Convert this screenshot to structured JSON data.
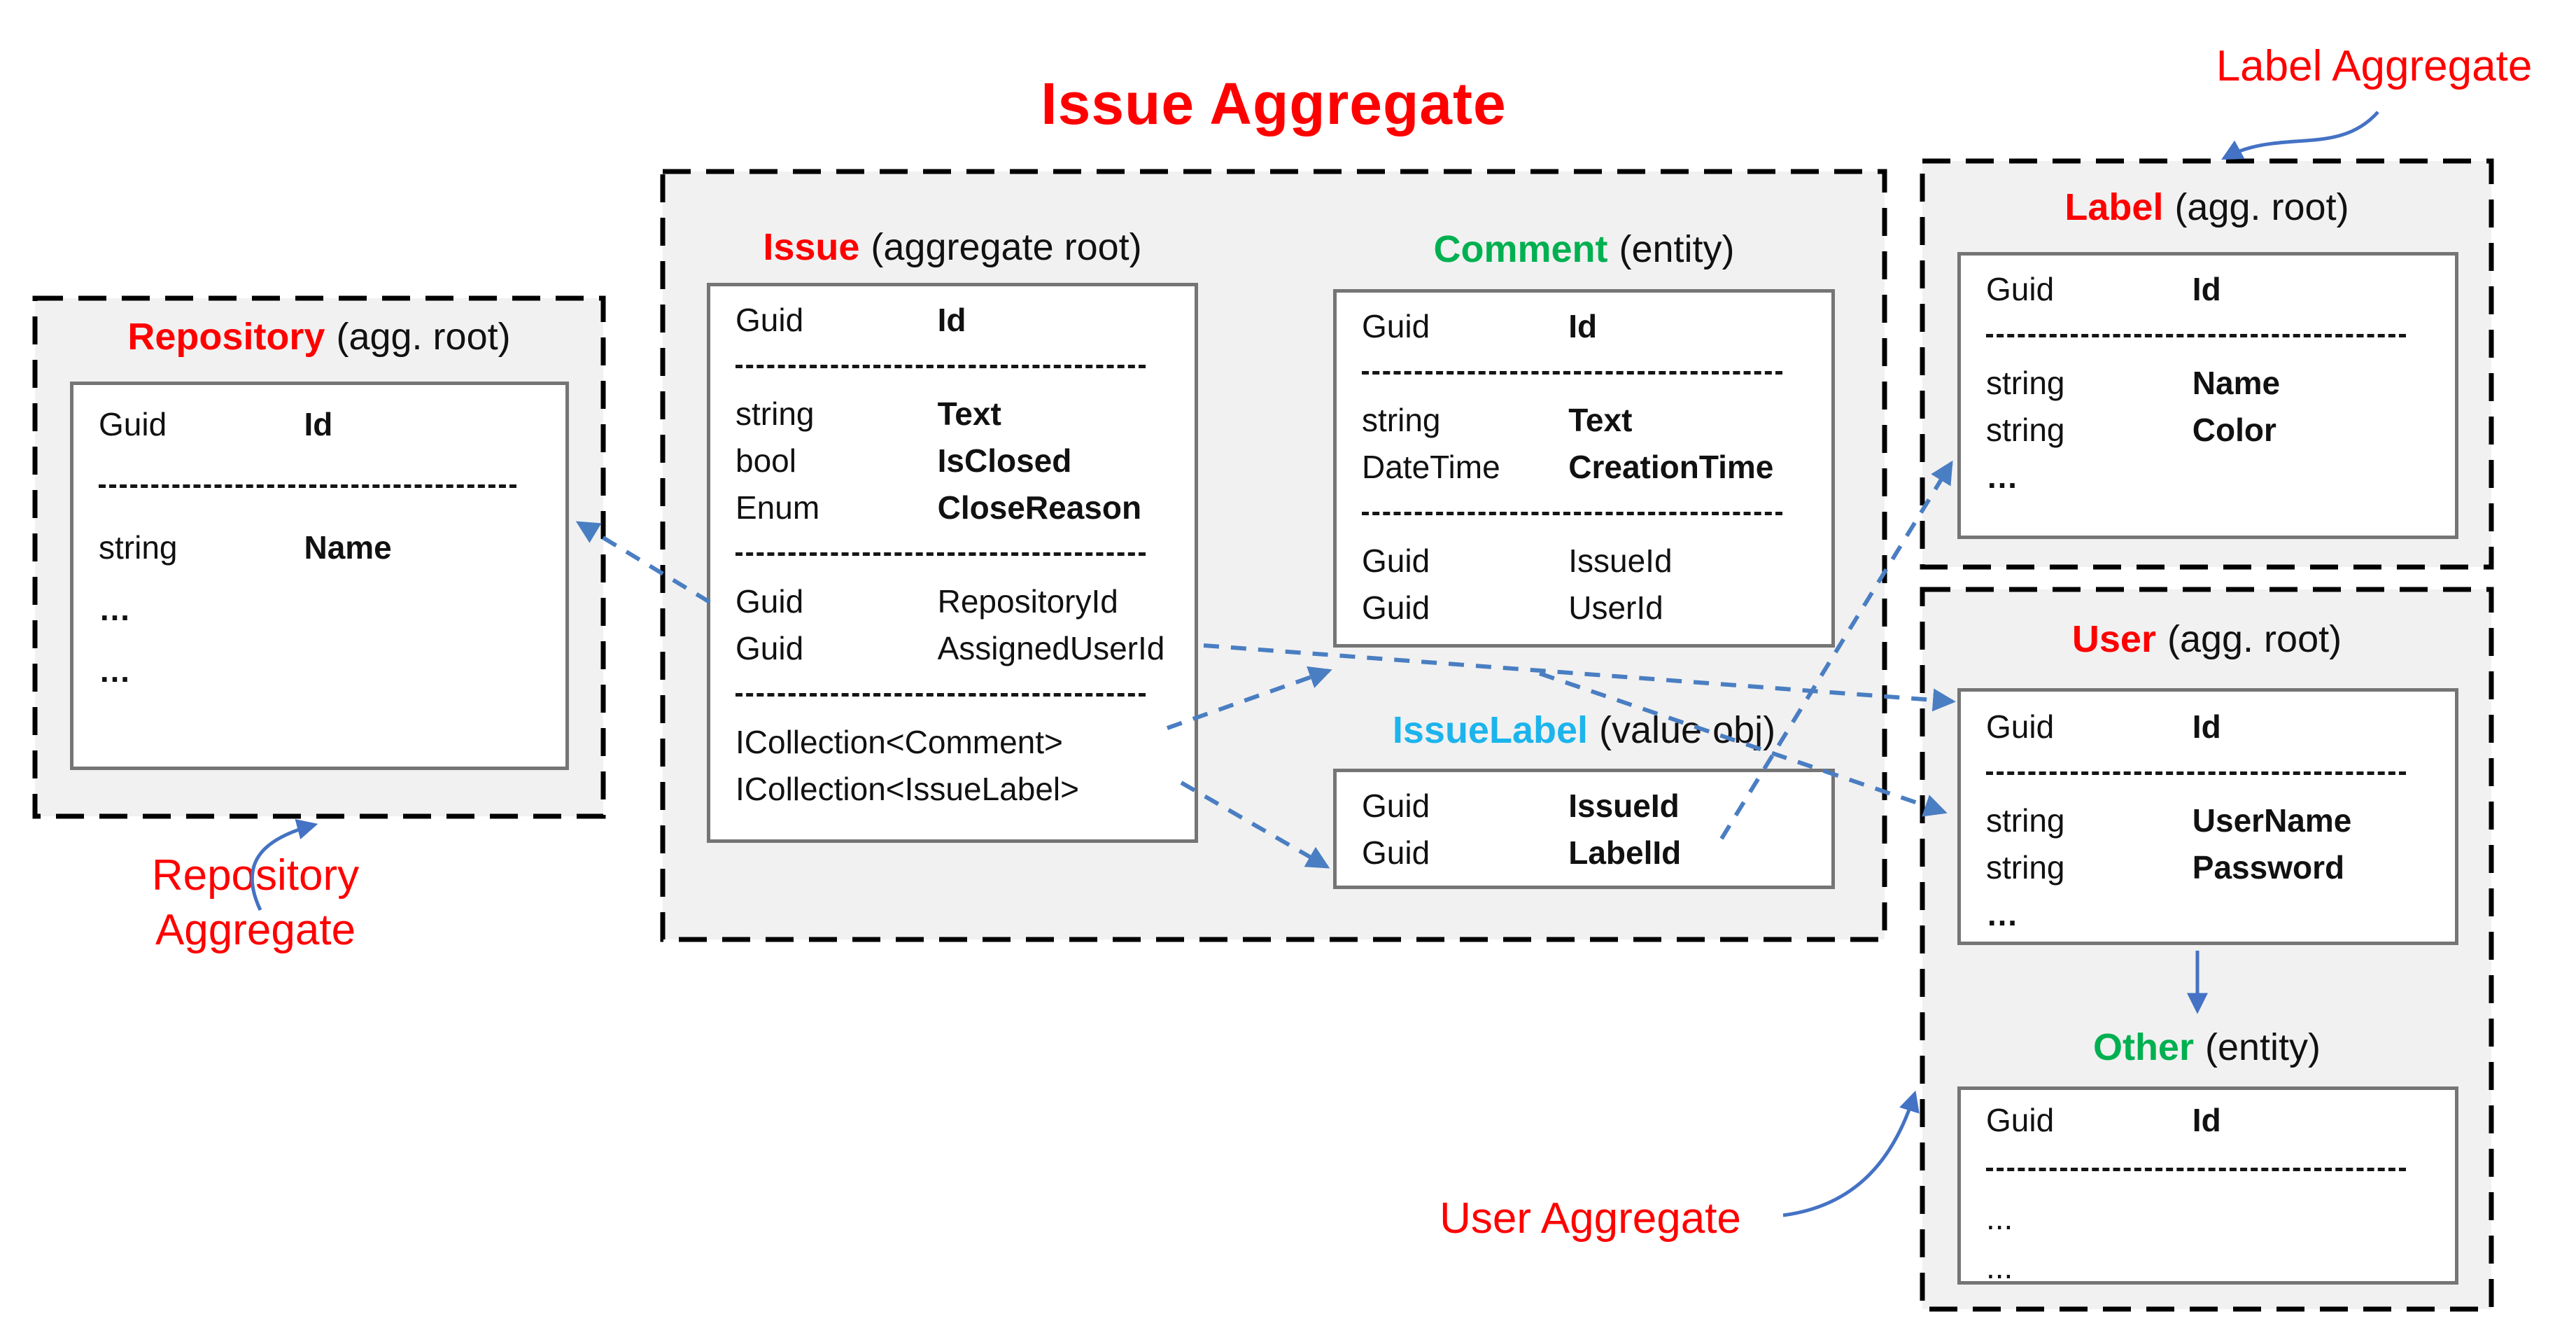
{
  "diagram": {
    "title": "Issue Aggregate",
    "annotations": {
      "repository_aggregate": "Repository Aggregate",
      "label_aggregate": "Label Aggregate",
      "user_aggregate": "User Aggregate"
    },
    "colors": {
      "aggregate_root_name": "#ff0000",
      "entity_name": "#00b050",
      "value_object_name": "#1cb4ec",
      "annotation_text": "#ff0000",
      "arrow_dashed": "#4a7ec2",
      "arrow_solid": "#4472c4",
      "container_background": "#f1f1f1",
      "container_border": "#000000",
      "box_border": "#757575"
    },
    "entities": {
      "issue": {
        "name": "Issue",
        "kind": "(aggregate root)",
        "name_color": "#ff0000",
        "rows": [
          {
            "type": "Guid",
            "name": "Id",
            "bold": true
          },
          {
            "sep": true
          },
          {
            "type": "string",
            "name": "Text",
            "bold": true
          },
          {
            "type": "bool",
            "name": "IsClosed",
            "bold": true
          },
          {
            "type": "Enum",
            "name": "CloseReason",
            "bold": true
          },
          {
            "sep": true
          },
          {
            "type": "Guid",
            "name": "RepositoryId",
            "bold": false
          },
          {
            "type": "Guid",
            "name": "AssignedUserId",
            "bold": false
          },
          {
            "sep": true
          },
          {
            "text": "ICollection<Comment>",
            "bold": false
          },
          {
            "text": "ICollection<IssueLabel>",
            "bold": false
          }
        ]
      },
      "comment": {
        "name": "Comment",
        "kind": "(entity)",
        "name_color": "#00b050",
        "rows": [
          {
            "type": "Guid",
            "name": "Id",
            "bold": true
          },
          {
            "sep": true
          },
          {
            "type": "string",
            "name": "Text",
            "bold": true
          },
          {
            "type": "DateTime",
            "name": "CreationTime",
            "bold": true
          },
          {
            "sep": true
          },
          {
            "type": "Guid",
            "name": "IssueId",
            "bold": false
          },
          {
            "type": "Guid",
            "name": "UserId",
            "bold": false
          }
        ]
      },
      "issue_label": {
        "name": "IssueLabel",
        "kind": "(value obj)",
        "name_color": "#1cb4ec",
        "rows": [
          {
            "type": "Guid",
            "name": "IssueId",
            "bold": true
          },
          {
            "type": "Guid",
            "name": "LabelId",
            "bold": true
          }
        ]
      },
      "repository": {
        "name": "Repository",
        "kind": "(agg. root)",
        "name_color": "#ff0000",
        "rows": [
          {
            "type": "Guid",
            "name": "Id",
            "bold": true
          },
          {
            "sep": true
          },
          {
            "type": "string",
            "name": "Name",
            "bold": true
          },
          {
            "text": "…",
            "bold": true
          },
          {
            "text": "…",
            "bold": true
          }
        ]
      },
      "label": {
        "name": "Label",
        "kind": "(agg. root)",
        "name_color": "#ff0000",
        "rows": [
          {
            "type": "Guid",
            "name": "Id",
            "bold": true
          },
          {
            "sep": true
          },
          {
            "type": "string",
            "name": "Name",
            "bold": true
          },
          {
            "type": "string",
            "name": "Color",
            "bold": true
          },
          {
            "text": "…",
            "bold": true
          }
        ]
      },
      "user": {
        "name": "User",
        "kind": "(agg. root)",
        "name_color": "#ff0000",
        "rows": [
          {
            "type": "Guid",
            "name": "Id",
            "bold": true
          },
          {
            "sep": true
          },
          {
            "type": "string",
            "name": "UserName",
            "bold": true
          },
          {
            "type": "string",
            "name": "Password",
            "bold": true
          },
          {
            "text": "…",
            "bold": true
          }
        ]
      },
      "other": {
        "name": "Other",
        "kind": "(entity)",
        "name_color": "#00b050",
        "rows": [
          {
            "type": "Guid",
            "name": "Id",
            "bold": true
          },
          {
            "sep": true
          },
          {
            "text": "...",
            "bold": false
          },
          {
            "text": "...",
            "bold": false
          }
        ]
      }
    }
  }
}
